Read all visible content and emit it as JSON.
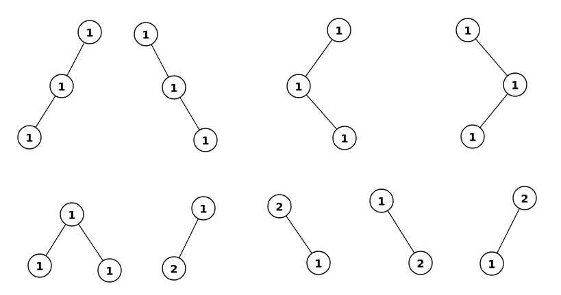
{
  "title": "Binary trees with weighted nodes",
  "trees": [
    {
      "nodes": [
        "1",
        "1",
        "1"
      ],
      "edges": [
        [
          0,
          1
        ],
        [
          1,
          2
        ]
      ]
    },
    {
      "nodes": [
        "1",
        "1",
        "1"
      ],
      "edges": [
        [
          0,
          1
        ],
        [
          1,
          2
        ]
      ]
    },
    {
      "nodes": [
        "1",
        "1",
        "1"
      ],
      "edges": [
        [
          0,
          1
        ],
        [
          1,
          2
        ]
      ]
    },
    {
      "nodes": [
        "1",
        "1",
        "1"
      ],
      "edges": [
        [
          0,
          1
        ],
        [
          1,
          2
        ]
      ]
    },
    {
      "nodes": [
        "1",
        "1",
        "1"
      ],
      "edges": [
        [
          0,
          1
        ],
        [
          0,
          2
        ]
      ]
    },
    {
      "nodes": [
        "1",
        "2"
      ],
      "edges": [
        [
          0,
          1
        ]
      ]
    },
    {
      "nodes": [
        "2",
        "1"
      ],
      "edges": [
        [
          0,
          1
        ]
      ]
    },
    {
      "nodes": [
        "1",
        "2"
      ],
      "edges": [
        [
          0,
          1
        ]
      ]
    },
    {
      "nodes": [
        "2",
        "1"
      ],
      "edges": [
        [
          0,
          1
        ]
      ]
    }
  ]
}
